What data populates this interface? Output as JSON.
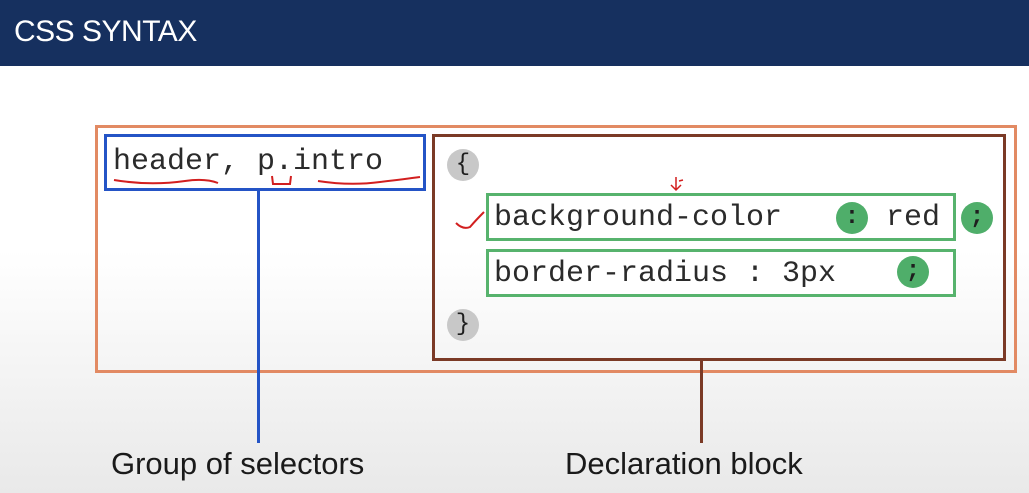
{
  "header": {
    "title": "CSS SYNTAX"
  },
  "diagram": {
    "selector_text": "header, p.intro",
    "open_brace": "{",
    "close_brace": "}",
    "declaration1": {
      "property": "background-color",
      "colon": ":",
      "value": "red",
      "semicolon": ";"
    },
    "declaration2": {
      "text": "border-radius : 3px",
      "semicolon": ";"
    },
    "captions": {
      "selectors": "Group of selectors",
      "declaration_block": "Declaration block"
    }
  },
  "colors": {
    "header_bg": "#16305f",
    "outer_border": "#e28a63",
    "selector_border": "#2454c6",
    "declaration_block_border": "#7b3a26",
    "declaration_border": "#57b36d",
    "annotation_ink": "#d21f1f"
  }
}
